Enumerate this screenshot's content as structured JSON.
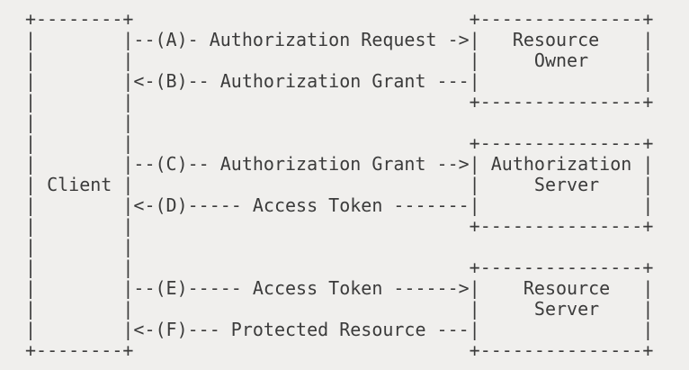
{
  "figure": {
    "ascii_lines": [
      "+--------+                               +---------------+",
      "|        |--(A)- Authorization Request ->|   Resource    |",
      "|        |                               |     Owner     |",
      "|        |<-(B)-- Authorization Grant ---|               |",
      "|        |                               +---------------+",
      "|        |",
      "|        |                               +---------------+",
      "|        |--(C)-- Authorization Grant -->| Authorization |",
      "| Client |                               |     Server    |",
      "|        |<-(D)----- Access Token -------|               |",
      "|        |                               +---------------+",
      "|        |",
      "|        |                               +---------------+",
      "|        |--(E)----- Access Token ------>|    Resource   |",
      "|        |                               |     Server    |",
      "|        |<-(F)--- Protected Resource ---|               |",
      "+--------+                               +---------------+"
    ],
    "entities": [
      {
        "label": "Client"
      },
      {
        "label": "Resource Owner"
      },
      {
        "label": "Authorization Server"
      },
      {
        "label": "Resource Server"
      }
    ],
    "flows": [
      {
        "step": "A",
        "label": "Authorization Request",
        "from": "Client",
        "to": "Resource Owner"
      },
      {
        "step": "B",
        "label": "Authorization Grant",
        "from": "Resource Owner",
        "to": "Client"
      },
      {
        "step": "C",
        "label": "Authorization Grant",
        "from": "Client",
        "to": "Authorization Server"
      },
      {
        "step": "D",
        "label": "Access Token",
        "from": "Authorization Server",
        "to": "Client"
      },
      {
        "step": "E",
        "label": "Access Token",
        "from": "Client",
        "to": "Resource Server"
      },
      {
        "step": "F",
        "label": "Protected Resource",
        "from": "Resource Server",
        "to": "Client"
      }
    ],
    "colors": {
      "background": "#f0efed",
      "text": "#3b3b3b"
    }
  }
}
